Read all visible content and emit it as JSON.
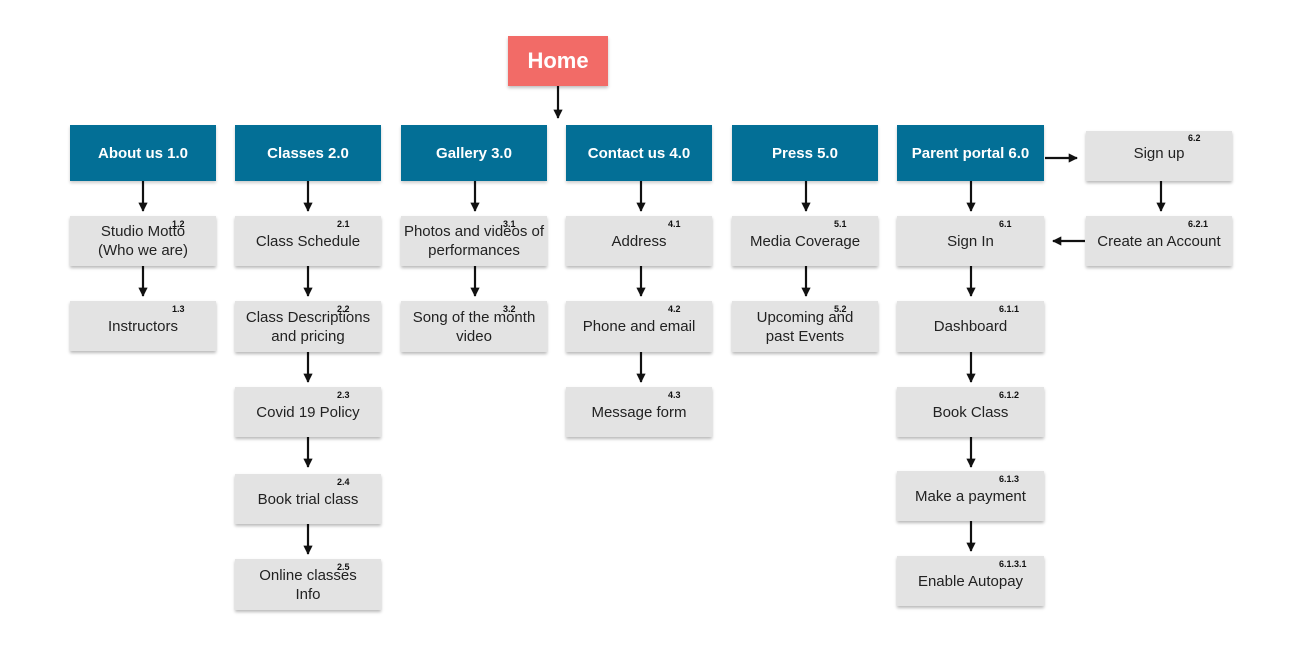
{
  "home": {
    "label": "Home"
  },
  "sections": {
    "about": {
      "label": "About us 1.0"
    },
    "classes": {
      "label": "Classes 2.0"
    },
    "gallery": {
      "label": "Gallery 3.0"
    },
    "contact": {
      "label": "Contact us 4.0"
    },
    "press": {
      "label": "Press 5.0"
    },
    "parent": {
      "label": "Parent portal 6.0"
    }
  },
  "pages": {
    "studio_motto": {
      "label": "Studio Motto (Who we are)",
      "number": "1.2"
    },
    "instructors": {
      "label": "Instructors",
      "number": "1.3"
    },
    "class_schedule": {
      "label": "Class Schedule",
      "number": "2.1"
    },
    "class_desc": {
      "label": "Class Descriptions and pricing",
      "number": "2.2"
    },
    "covid": {
      "label": "Covid 19 Policy",
      "number": "2.3"
    },
    "book_trial": {
      "label": "Book trial class",
      "number": "2.4"
    },
    "online_classes": {
      "label": "Online classes Info",
      "number": "2.5"
    },
    "photos_videos": {
      "label": "Photos and videos of performances",
      "number": "3.1"
    },
    "song_month": {
      "label": "Song of the month video",
      "number": "3.2"
    },
    "address": {
      "label": "Address",
      "number": "4.1"
    },
    "phone_email": {
      "label": "Phone and email",
      "number": "4.2"
    },
    "message_form": {
      "label": "Message form",
      "number": "4.3"
    },
    "media_coverage": {
      "label": "Media Coverage",
      "number": "5.1"
    },
    "events": {
      "label": "Upcoming and past Events",
      "number": "5.2"
    },
    "sign_in": {
      "label": "Sign In",
      "number": "6.1"
    },
    "dashboard": {
      "label": "Dashboard",
      "number": "6.1.1"
    },
    "book_class": {
      "label": "Book Class",
      "number": "6.1.2"
    },
    "payment": {
      "label": "Make a payment",
      "number": "6.1.3"
    },
    "autopay": {
      "label": "Enable Autopay",
      "number": "6.1.3.1"
    },
    "sign_up": {
      "label": "Sign up",
      "number": "6.2"
    },
    "create_account": {
      "label": "Create an Account",
      "number": "6.2.1"
    }
  },
  "colors": {
    "home": "#f26b67",
    "section": "#036f96",
    "page": "#e3e3e3"
  }
}
